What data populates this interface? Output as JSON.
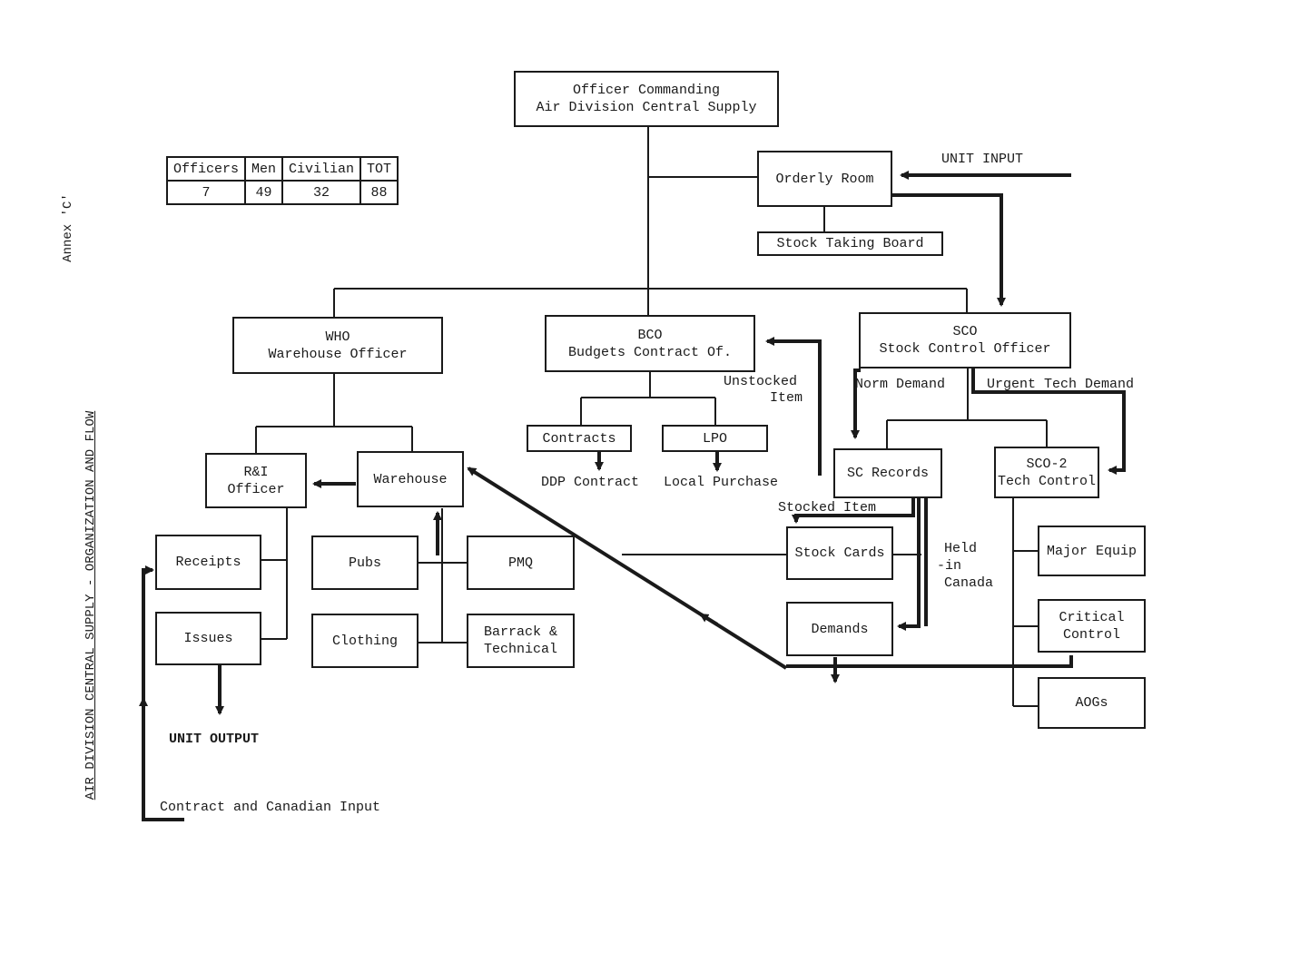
{
  "side_labels": {
    "annex": "Annex 'C'",
    "title": "AIR DIVISION CENTRAL SUPPLY - ORGANIZATION AND FLOW"
  },
  "staff_table": {
    "headers": [
      "Officers",
      "Men",
      "Civilian",
      "TOT"
    ],
    "values": [
      "7",
      "49",
      "32",
      "88"
    ]
  },
  "boxes": {
    "oc": {
      "line1": "Officer Commanding",
      "line2": "Air Division  Central Supply"
    },
    "orderly_room": "Orderly Room",
    "stock_taking_board": "Stock Taking Board",
    "who": {
      "line1": "WHO",
      "line2": "Warehouse Officer"
    },
    "bco": {
      "line1": "BCO",
      "line2": "Budgets Contract Of."
    },
    "sco": {
      "line1": "SCO",
      "line2": "Stock Control Officer"
    },
    "contracts": "Contracts",
    "lpo": "LPO",
    "ri_officer": {
      "line1": "R&I",
      "line2": "Officer"
    },
    "warehouse": "Warehouse",
    "sc_records": "SC Records",
    "sco2": {
      "line1": "SCO-2",
      "line2": "Tech Control"
    },
    "receipts": "Receipts",
    "issues": "Issues",
    "pubs": "Pubs",
    "pmq": "PMQ",
    "clothing": "Clothing",
    "barrack": {
      "line1": "Barrack &",
      "line2": "Technical"
    },
    "stock_cards": "Stock Cards",
    "demands": "Demands",
    "major_equip": "Major Equip",
    "critical_control": {
      "line1": "Critical",
      "line2": "Control"
    },
    "aogs": "AOGs"
  },
  "labels": {
    "unit_input": "UNIT INPUT",
    "unstocked_item": {
      "line1": "Unstocked",
      "line2": "Item"
    },
    "norm_demand": "Norm Demand",
    "urgent_tech_demand": "Urgent Tech Demand",
    "ddp_contract": "DDP Contract",
    "local_purchase": "Local Purchase",
    "stocked_item": "Stocked Item",
    "held_in_canada": {
      "line1": "Held",
      "line2": "-in",
      "line3": "Canada"
    },
    "unit_output": "UNIT OUTPUT",
    "contract_canadian_input": "Contract and Canadian Input"
  },
  "colors": {
    "ink": "#1a1a1a",
    "paper": "#ffffff"
  }
}
